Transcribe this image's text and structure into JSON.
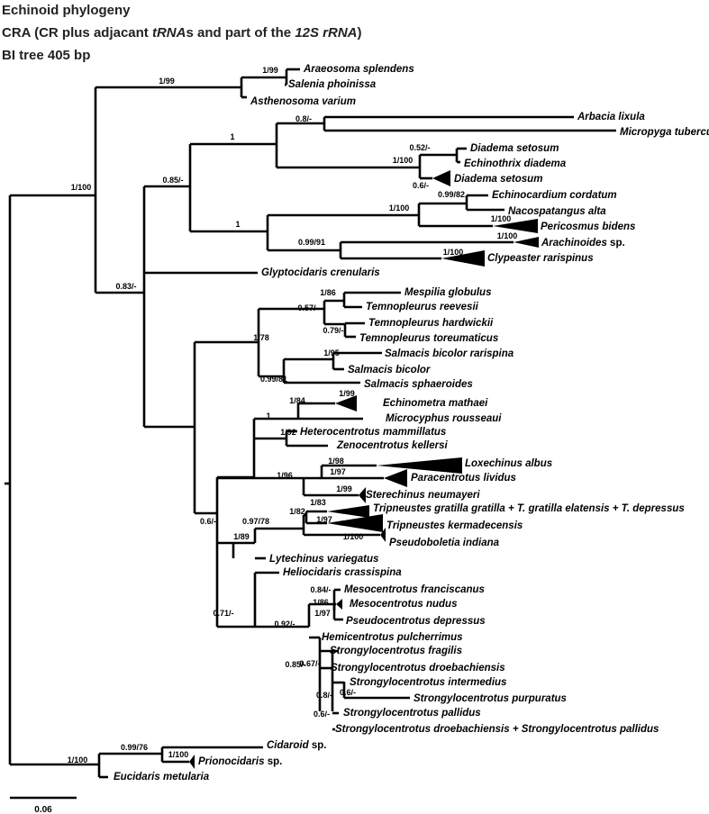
{
  "header": {
    "line1": "Echinoid phylogeny",
    "line2_parts": [
      "CRA (CR plus adjacant ",
      "tRNA",
      "s and part of the ",
      "12S rRNA",
      ")"
    ],
    "line3": "BI tree 405 bp"
  },
  "tree": {
    "line_color": "#000000",
    "taxa": [
      {
        "name": "Araeosoma splendens"
      },
      {
        "name": "Salenia phoinissa"
      },
      {
        "name": "Asthenosoma varium"
      },
      {
        "name": "Arbacia lixula"
      },
      {
        "name": "Micropyga tuberculata"
      },
      {
        "name": "Diadema setosum"
      },
      {
        "name": "Echinothrix diadema"
      },
      {
        "name": "Diadema setosum"
      },
      {
        "name": "Echinocardium cordatum"
      },
      {
        "name": "Nacospatangus alta"
      },
      {
        "name": "Pericosmus bidens"
      },
      {
        "name": "Arachinoides",
        "suffix": " sp."
      },
      {
        "name": "Clypeaster rarispinus"
      },
      {
        "name": "Glyptocidaris crenularis"
      },
      {
        "name": "Mespilia globulus"
      },
      {
        "name": "Temnopleurus reevesii"
      },
      {
        "name": "Temnopleurus hardwickii"
      },
      {
        "name": "Temnopleurus toreumaticus"
      },
      {
        "name": "Salmacis bicolor rarispina"
      },
      {
        "name": "Salmacis bicolor"
      },
      {
        "name": "Salmacis sphaeroides"
      },
      {
        "name": "Echinometra mathaei"
      },
      {
        "name": "Microcyphus rousseaui"
      },
      {
        "name": "Heterocentrotus mammillatus"
      },
      {
        "name": "Zenocentrotus kellersi"
      },
      {
        "name": "Loxechinus albus"
      },
      {
        "name": "Paracentrotus lividus"
      },
      {
        "name": "Sterechinus neumayeri"
      },
      {
        "name": "Tripneustes gratilla gratilla + T. gratilla elatensis + T. depressus"
      },
      {
        "name": "Tripneustes kermadecensis"
      },
      {
        "name": "Pseudoboletia indiana"
      },
      {
        "name": "Lytechinus variegatus"
      },
      {
        "name": "Heliocidaris crassispina"
      },
      {
        "name": "Mesocentrotus franciscanus"
      },
      {
        "name": "Mesocentrotus nudus"
      },
      {
        "name": "Pseudocentrotus depressus"
      },
      {
        "name": "Hemicentrotus pulcherrimus"
      },
      {
        "name": "Strongylocentrotus fragilis"
      },
      {
        "name": "Strongylocentrotus droebachiensis"
      },
      {
        "name": "Strongylocentrotus intermedius"
      },
      {
        "name": "Strongylocentrotus purpuratus"
      },
      {
        "name": "Strongylocentrotus pallidus"
      },
      {
        "name": "Strongylocentrotus droebachiensis + Strongylocentrotus pallidus"
      },
      {
        "name": "Cidaroid",
        "suffix": " sp."
      },
      {
        "name": "Prionocidaris",
        "suffix": " sp."
      },
      {
        "name": "Eucidaris metularia"
      }
    ],
    "supports": [
      "1/99",
      "1/99",
      "0.8/-",
      "1",
      "0.52/-",
      "1/100",
      "0.6/-",
      "1/100",
      "0.99/82",
      "1/100",
      "1/100",
      "1",
      "0.99/91",
      "1/100",
      "0.85/-",
      "1/100",
      "0.83/-",
      "1/86",
      "0.57/-",
      "0.79/-",
      "1/78",
      "1/95",
      "0.99/81",
      "1/99",
      "1/84",
      "1",
      "1/92",
      "1/98",
      "1/97",
      "1/96",
      "1/99",
      "1/83",
      "1/82",
      "1/97",
      "0.97/78",
      "1/100",
      "1/89",
      "0.6/-",
      "0.84/-",
      "1/86",
      "1/97",
      "0.92/-",
      "0.71/-",
      "0.85/-",
      "0.67/-",
      "0.6/-",
      "0.8/-",
      "0.6/-",
      "0.99/76",
      "1/100",
      "1/100"
    ],
    "scale_bar_label": "0.06"
  }
}
